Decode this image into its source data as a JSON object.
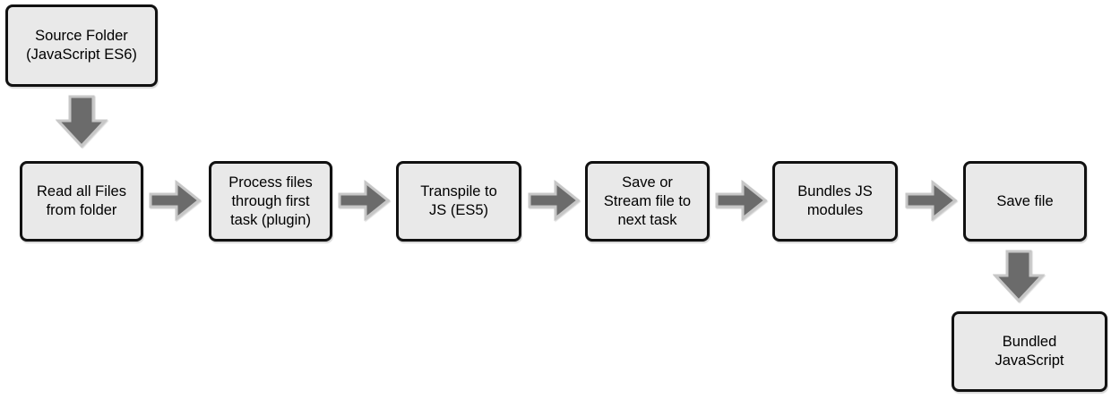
{
  "diagram": {
    "type": "flowchart",
    "description": "JavaScript build task pipeline flow",
    "nodes": [
      {
        "id": "source-folder",
        "label": "Source Folder\n(JavaScript ES6)"
      },
      {
        "id": "read-files",
        "label": "Read all Files\nfrom folder"
      },
      {
        "id": "process-files",
        "label": "Process files\nthrough first\ntask (plugin)"
      },
      {
        "id": "transpile",
        "label": "Transpile to\nJS (ES5)"
      },
      {
        "id": "save-or-stream",
        "label": "Save or\nStream file to\nnext task"
      },
      {
        "id": "bundle-modules",
        "label": "Bundles JS\nmodules"
      },
      {
        "id": "save-file",
        "label": "Save file"
      },
      {
        "id": "bundled-js",
        "label": "Bundled\nJavaScript"
      }
    ],
    "arrows": [
      {
        "from": "source-folder",
        "to": "read-files",
        "direction": "down"
      },
      {
        "from": "read-files",
        "to": "process-files",
        "direction": "right"
      },
      {
        "from": "process-files",
        "to": "transpile",
        "direction": "right"
      },
      {
        "from": "transpile",
        "to": "save-or-stream",
        "direction": "right"
      },
      {
        "from": "save-or-stream",
        "to": "bundle-modules",
        "direction": "right"
      },
      {
        "from": "bundle-modules",
        "to": "save-file",
        "direction": "right"
      },
      {
        "from": "save-file",
        "to": "bundled-js",
        "direction": "down"
      }
    ],
    "colors": {
      "box_fill": "#e9e9e9",
      "box_border": "#111111",
      "arrow_fill": "#6b6b6b",
      "arrow_outline": "#c7c7c7",
      "background": "#ffffff",
      "text": "#000000"
    }
  }
}
